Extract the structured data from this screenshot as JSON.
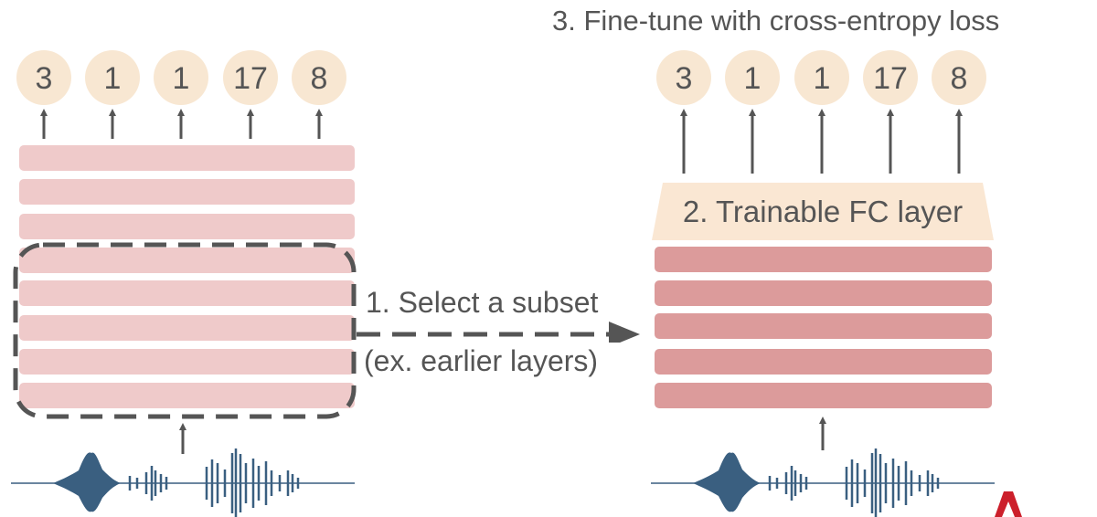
{
  "tokens_left": [
    "3",
    "1",
    "1",
    "17",
    "8"
  ],
  "tokens_right": [
    "3",
    "1",
    "1",
    "17",
    "8"
  ],
  "step1_line1": "1. Select a subset",
  "step1_line2": "(ex. earlier layers)",
  "step2_label": "2. Trainable FC layer",
  "step3_label": "3. Fine-tune with cross-entropy loss",
  "colors": {
    "token_circle": "#f8e7d2",
    "layer_light": "#efcaca",
    "layer_dark": "#dc9b9b",
    "fc_layer": "#fae7d3",
    "arrow": "#555555",
    "waveform": "#3a5f80",
    "accent_red": "#cc1f2b"
  }
}
